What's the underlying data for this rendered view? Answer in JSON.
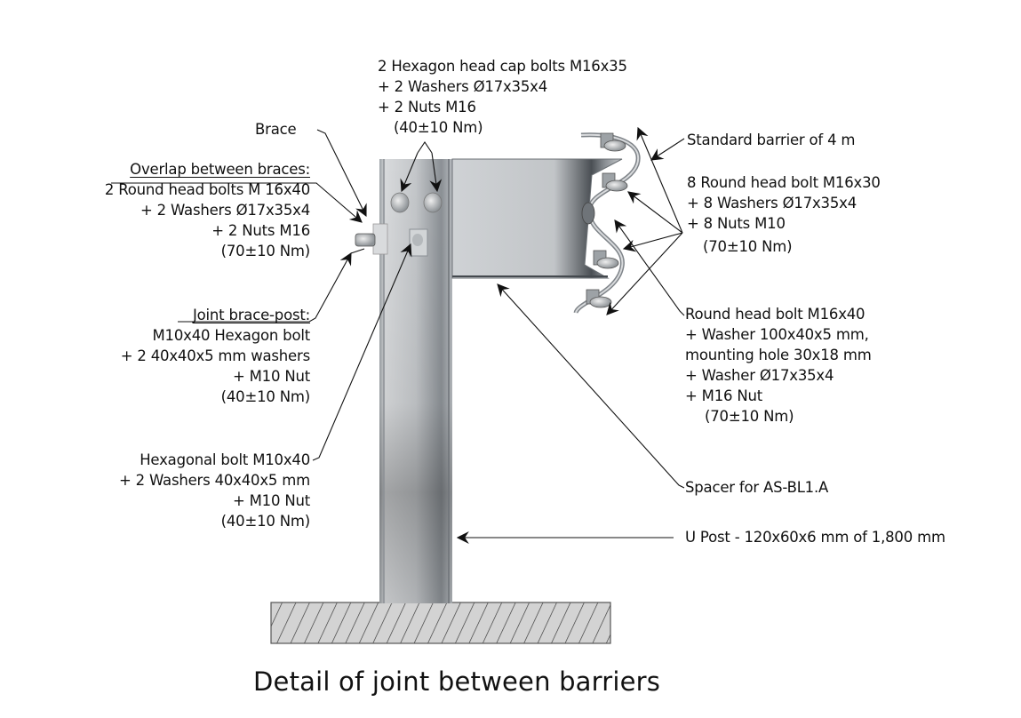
{
  "title": "Detail of joint between barriers",
  "labels": {
    "top_bolts": [
      "2 Hexagon head cap bolts M16x35",
      "+ 2 Washers Ø17x35x4",
      "+ 2  Nuts M16",
      "(40±10 Nm)"
    ],
    "brace": "Brace",
    "overlap_heading": "Overlap between braces:",
    "overlap": [
      "2 Round head bolts M 16x40",
      "+ 2 Washers Ø17x35x4",
      "+ 2  Nuts M16",
      "(70±10 Nm)"
    ],
    "joint_heading": "Joint brace-post:",
    "joint": [
      "M10x40 Hexagon bolt",
      "+ 2  40x40x5 mm washers",
      "+ M10 Nut",
      "(40±10 Nm)"
    ],
    "hex_bolt": [
      "Hexagonal bolt M10x40",
      "+ 2  Washers 40x40x5 mm",
      "+ M10 Nut",
      "(40±10 Nm)"
    ],
    "standard_barrier": "Standard barrier of 4 m",
    "round_bolts": [
      "8 Round head bolt M16x30",
      "+ 8 Washers Ø17x35x4",
      "+ 8  Nuts M10",
      "(70±10 Nm)"
    ],
    "round_bolt_single": [
      "Round head bolt M16x40",
      "+ Washer 100x40x5 mm,",
      "mounting hole 30x18 mm",
      "+ Washer Ø17x35x4",
      "+ M16 Nut",
      "(70±10 Nm)"
    ],
    "spacer": "Spacer for AS-BL1.A",
    "u_post": "U Post - 120x60x6 mm of 1,800 mm"
  },
  "colors": {
    "steel_light": "#d4d6d8",
    "steel_mid": "#a9adb1",
    "steel_dark": "#5f6469",
    "ground_fill": "#d3d3d3",
    "line": "#111111"
  }
}
